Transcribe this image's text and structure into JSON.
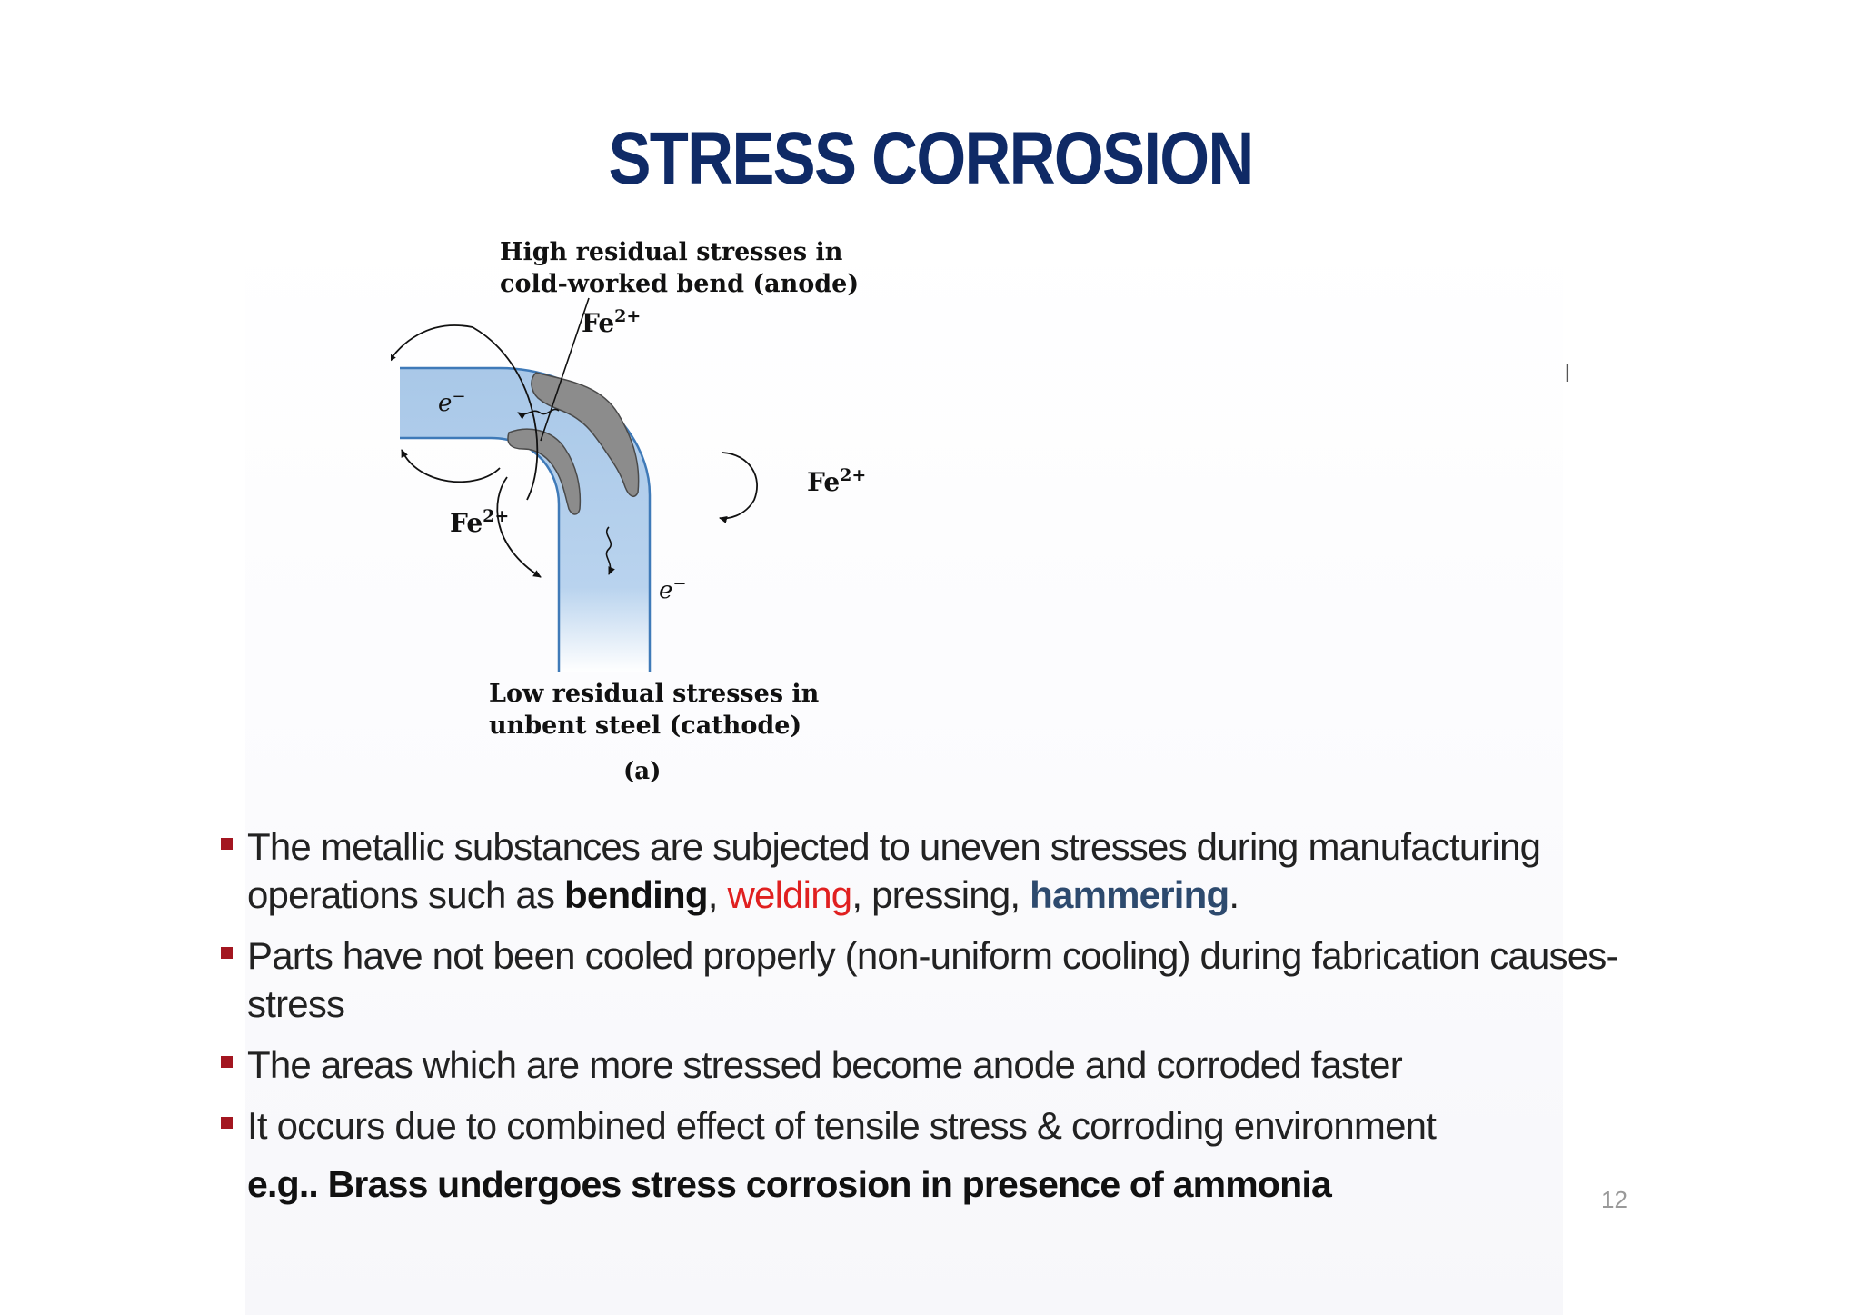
{
  "slide": {
    "title": "STRESS CORROSION",
    "figure": {
      "top_label_line1": "High residual stresses in",
      "top_label_line2": "cold-worked bend (anode)",
      "ion_label_top": "Fe2+",
      "ion_label_right": "Fe2+",
      "ion_label_left": "Fe2+",
      "ion_symbol": "Fe",
      "ion_charge": "2+",
      "electron_symbol": "e",
      "electron_charge": "−",
      "bottom_label_line1": "Low residual stresses in",
      "bottom_label_line2": "unbent steel (cathode)",
      "caption": "(a)",
      "colors": {
        "steel_fill": "#a9c8e8",
        "corrosion_fill": "#8c8c8c",
        "outline": "#3f7ab8"
      }
    },
    "stray_mark": "l",
    "bullets": [
      {
        "text_before": "The metallic substances are subjected to uneven stresses during manufacturing operations such as ",
        "kw1": "bending",
        "sep1": ", ",
        "kw2": "welding",
        "sep2": ", pressing, ",
        "kw3": "hammering",
        "end": "."
      },
      {
        "text": "Parts have not been cooled properly (non-uniform cooling) during fabrication causes-stress"
      },
      {
        "text": "The areas which are more stressed become anode and corroded faster"
      },
      {
        "text": "It occurs due to combined effect of tensile stress & corroding environment"
      }
    ],
    "example": "e.g.. Brass undergoes stress corrosion in presence of ammonia",
    "page_number": "12",
    "colors": {
      "title": "#0f2a66",
      "bullet_marker": "#a31620",
      "welding": "#e02020",
      "hammering": "#2d4a6e"
    }
  }
}
